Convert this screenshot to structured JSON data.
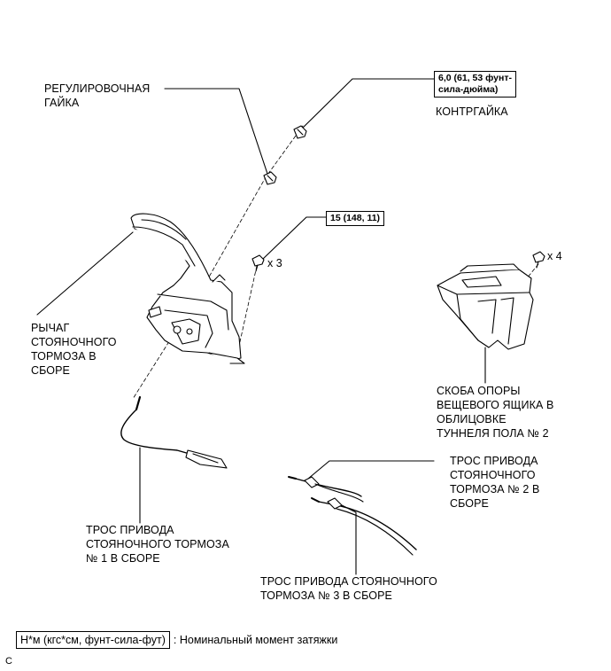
{
  "labels": {
    "adjust_nut": "РЕГУЛИРОВОЧНАЯ\nГАЙКА",
    "lock_nut": "КОНТРГАЙКА",
    "lever": "РЫЧАГ\nСТОЯНОЧНОГО\nТОРМОЗА В\nСБОРЕ",
    "bracket": "СКОБА ОПОРЫ\nВЕЩЕВОГО ЯЩИКА В\nОБЛИЦОВКЕ\nТУННЕЛЯ ПОЛА № 2",
    "cable2": "ТРОС ПРИВОДА\nСТОЯНОЧНОГО\nТОРМОЗА № 2 В\nСБОРЕ",
    "cable1": "ТРОС ПРИВОДА\nСТОЯНОЧНОГО ТОРМОЗА\n№ 1 В СБОРЕ",
    "cable3": "ТРОС ПРИВОДА СТОЯНОЧНОГО\nТОРМОЗА № 3 В СБОРЕ"
  },
  "torque": {
    "locknut": "6,0 (61, 53 фунт-\nсила-дюйма)",
    "bolt": "15 (148, 11)"
  },
  "quantities": {
    "bolts_lever": "x 3",
    "bolts_bracket": "x 4"
  },
  "legend": {
    "unit": "Н*м (кгс*см, фунт-сила-фут)",
    "desc": ": Номинальный момент затяжки"
  },
  "footer_code": "C"
}
